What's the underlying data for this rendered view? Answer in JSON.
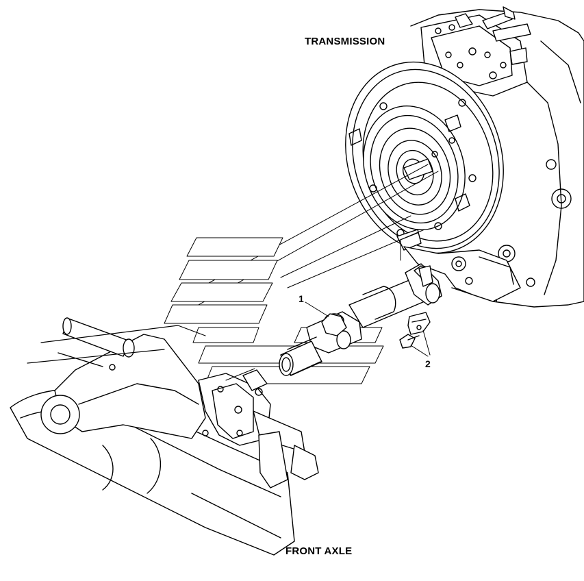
{
  "labels": {
    "transmission": "TRANSMISSION",
    "front_axle": "FRONT AXLE",
    "callout_1": "1",
    "callout_2": "2"
  },
  "colors": {
    "line": "#000000",
    "fill": "#ffffff"
  },
  "parts": [
    {
      "callout": "1",
      "part": "drive-shaft-icon"
    },
    {
      "callout": "2",
      "part": "bolt-bracket-icon"
    }
  ]
}
